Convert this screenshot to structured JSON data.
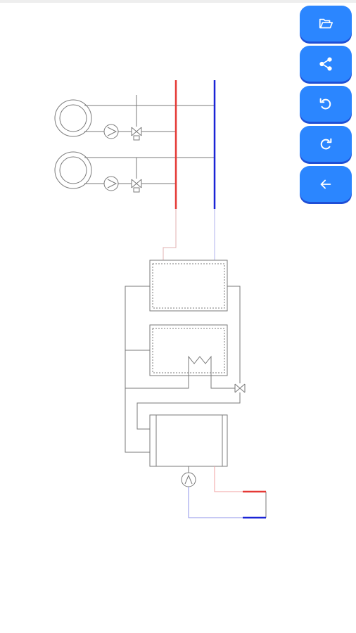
{
  "colors": {
    "hot": "#e53935",
    "cold": "#1a24d6",
    "hot_light": "#f0a0a0",
    "cold_light": "#8f93e8",
    "line": "#7a7a7a",
    "button": "#2b86ff",
    "button_shadow": "#1f4fd6"
  },
  "toolbar": {
    "buttons": [
      {
        "id": "open",
        "icon": "folder-open-icon"
      },
      {
        "id": "share",
        "icon": "share-icon"
      },
      {
        "id": "undo",
        "icon": "undo-icon"
      },
      {
        "id": "redo",
        "icon": "redo-icon"
      },
      {
        "id": "back",
        "icon": "arrow-left-icon"
      }
    ]
  }
}
